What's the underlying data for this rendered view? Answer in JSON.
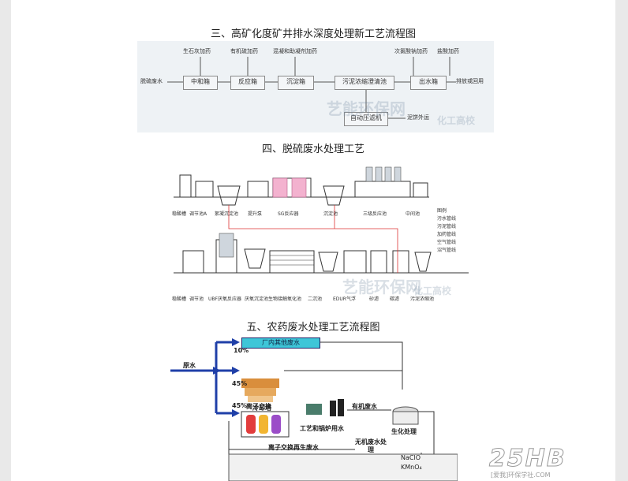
{
  "sections": [
    {
      "title": "三、高矿化度矿井排水深度处理新工艺流程图"
    },
    {
      "title": "四、脱硫废水处理工艺"
    },
    {
      "title": "五、农药废水处理工艺流程图"
    }
  ],
  "figure1": {
    "input_label": "脱硫废水",
    "chemicals": [
      "生石灰加药",
      "有机硫加药",
      "混凝和助凝剂加药",
      "次氯酸钠加药",
      "盐酸加药"
    ],
    "boxes": [
      "中和箱",
      "反应箱",
      "沉淀箱",
      "污泥浓缩澄清池",
      "出水箱",
      "自动压滤机"
    ],
    "output_label": "排放或回用",
    "sludge_label": "泥饼外运",
    "watermark": "艺能环保网",
    "watermark2": "化工高校"
  },
  "figure2": {
    "top_captions": [
      "稳酸槽",
      "调节池A",
      "絮凝沉淀池",
      "提升泵",
      "SG反应器",
      "沉淀池",
      "三级反应池",
      "中间池"
    ],
    "bottom_captions": [
      "稳酸槽",
      "调节池",
      "UBF厌氧反应器",
      "厌氧沉淀池",
      "生物接触氧化池",
      "二沉池",
      "EDUR气浮",
      "砂滤",
      "碳滤",
      "污泥浓缩池"
    ],
    "legend": [
      "图例",
      "污水管线",
      "污泥管线",
      "加药管线",
      "空气管线",
      "沼气管线"
    ],
    "watermark": "艺能环保网",
    "watermark2": "化工高校"
  },
  "figure3": {
    "input_label": "原水",
    "pct_top": "10%",
    "pct_mid": "45%",
    "pct_ion": "45%",
    "box_top": "厂内其他废水",
    "cooling": "冷却塔",
    "ion": "离子交换",
    "process": "工艺和锅炉用水",
    "organic": "有机废水",
    "bio": "生化处理",
    "regen": "离子交换再生废水",
    "inorganic": "无机废水处理",
    "chem1": "NaClO",
    "chem2": "KMnO₄"
  },
  "site_logo": {
    "big": "25HB",
    "small": "[爱我]环保学社.COM"
  }
}
